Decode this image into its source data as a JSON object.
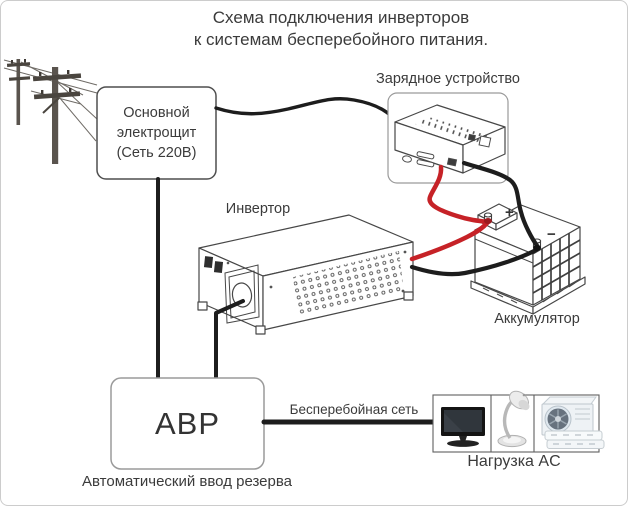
{
  "title": {
    "line1": "Схема подключения инверторов",
    "line2": "к системам бесперебойного питания."
  },
  "main_panel": {
    "lines": [
      "Основной",
      "электрощит",
      "(Сеть 220В)"
    ]
  },
  "charger": {
    "label": "Зарядное устройство"
  },
  "inverter": {
    "label": "Инвертор"
  },
  "battery": {
    "label": "Аккумулятор",
    "plus": "+",
    "minus": "−"
  },
  "avr": {
    "label": "АВР",
    "caption": "Автоматический ввод резерва"
  },
  "ups_net": {
    "label": "Бесперебойная сеть"
  },
  "load": {
    "label": "Нагрузка AC",
    "icons": [
      "monitor-icon",
      "desk-lamp-icon",
      "air-conditioner-icon"
    ]
  },
  "icons": [
    "power-pole-icon"
  ],
  "colors": {
    "wire_black": "#1d1d1d",
    "wire_red": "#c62227",
    "outline": "#474747",
    "box_border": "#9a9a9a",
    "text": "#3b3b3b"
  }
}
